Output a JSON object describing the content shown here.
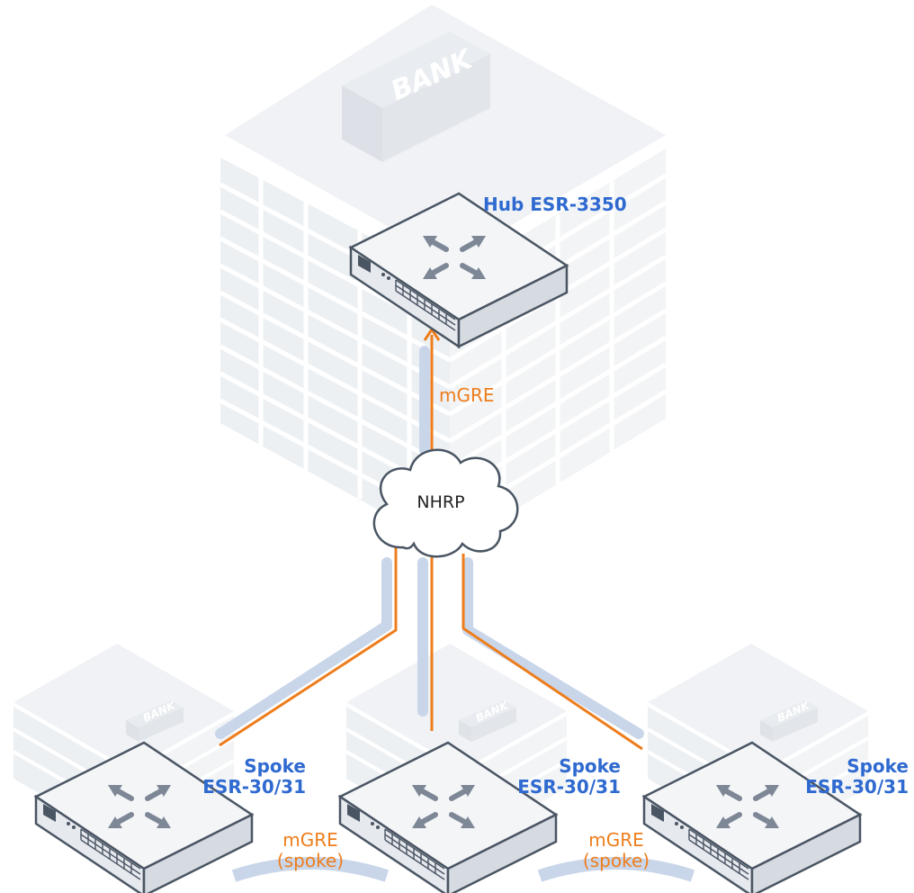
{
  "colors": {
    "accent_blue": "#2f6ad0",
    "tunnel_orange": "#ee7d1c",
    "building_gray": "#eef0f3",
    "link_shadow": "#c9d6ea"
  },
  "hub": {
    "label": "Hub ESR-3350",
    "building_sign": "BANK",
    "icon": "router-icon"
  },
  "cloud": {
    "label": "NHRP",
    "icon": "cloud-icon"
  },
  "tunnel_label": "mGRE",
  "spokes": [
    {
      "label_line1": "Spoke",
      "label_line2": "ESR-30/31",
      "building_sign": "BANK",
      "icon": "router-icon"
    },
    {
      "label_line1": "Spoke",
      "label_line2": "ESR-30/31",
      "building_sign": "BANK",
      "icon": "router-icon"
    },
    {
      "label_line1": "Spoke",
      "label_line2": "ESR-30/31",
      "building_sign": "BANK",
      "icon": "router-icon"
    }
  ],
  "spoke_links": [
    {
      "line1": "mGRE",
      "line2": "(spoke)"
    },
    {
      "line1": "mGRE",
      "line2": "(spoke)"
    }
  ]
}
